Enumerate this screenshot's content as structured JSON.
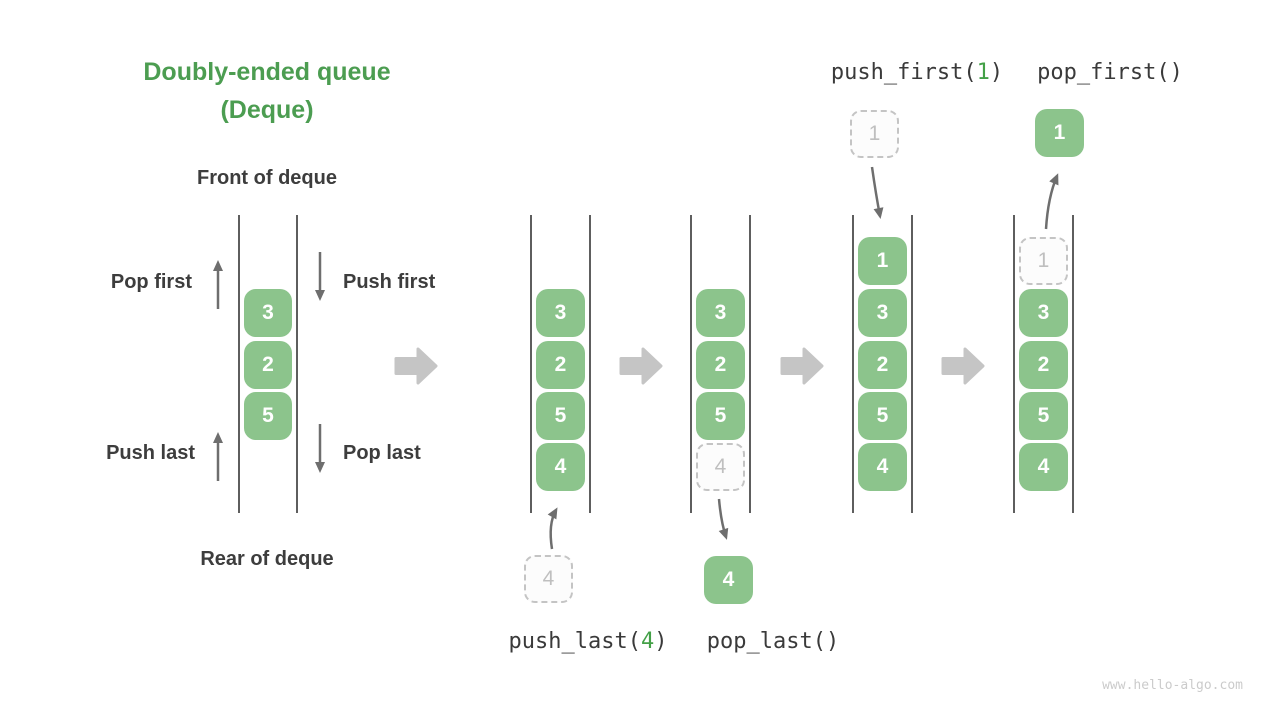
{
  "title": {
    "line1": "Doubly-ended queue",
    "line2": "(Deque)"
  },
  "deque_labels": {
    "front": "Front of deque",
    "rear": "Rear of deque",
    "pop_first": "Pop first",
    "push_first": "Push first",
    "push_last": "Push last",
    "pop_last": "Pop last"
  },
  "initial_deque": {
    "cells": [
      "3",
      "2",
      "5"
    ]
  },
  "operations": {
    "push_last": {
      "pre": "push_last(",
      "arg": "4",
      "post": ")"
    },
    "pop_last": {
      "label": "pop_last()"
    },
    "push_first": {
      "pre": "push_first(",
      "arg": "1",
      "post": ")"
    },
    "pop_first": {
      "label": "pop_first()"
    }
  },
  "states": [
    {
      "cells": [
        "3",
        "2",
        "5",
        "4"
      ],
      "floating_value": "4"
    },
    {
      "cells": [
        "3",
        "2",
        "5",
        "4"
      ],
      "floating_value": "4"
    },
    {
      "cells": [
        "1",
        "3",
        "2",
        "5",
        "4"
      ],
      "floating_value": "1"
    },
    {
      "cells": [
        "1",
        "3",
        "2",
        "5",
        "4"
      ],
      "floating_value": "1"
    }
  ],
  "colors": {
    "accent_green": "#4C9D51",
    "box_green": "#8CC48C",
    "code_arg_green": "#43A047",
    "text_dark": "#3D3D3D",
    "arrow_gray": "#6E6E6E",
    "big_arrow_gray": "#C5C5C5",
    "dashed_border": "#C4C4C4"
  },
  "watermark": "www.hello-algo.com"
}
